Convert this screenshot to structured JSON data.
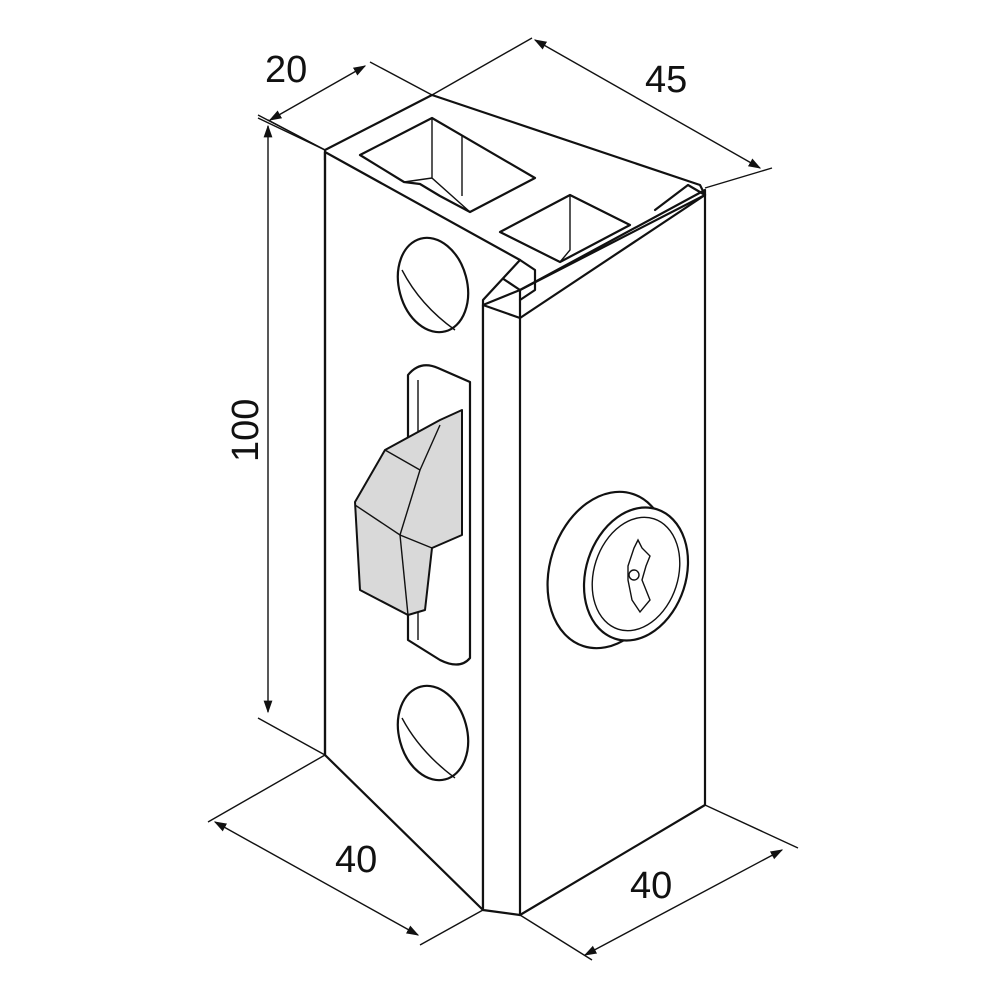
{
  "dimensions": {
    "top_depth": "20",
    "top_width": "45",
    "height": "100",
    "bottom_left": "40",
    "bottom_right": "40"
  },
  "colors": {
    "line": "#111111",
    "latch": "#d9d9d9",
    "background": "#ffffff"
  }
}
